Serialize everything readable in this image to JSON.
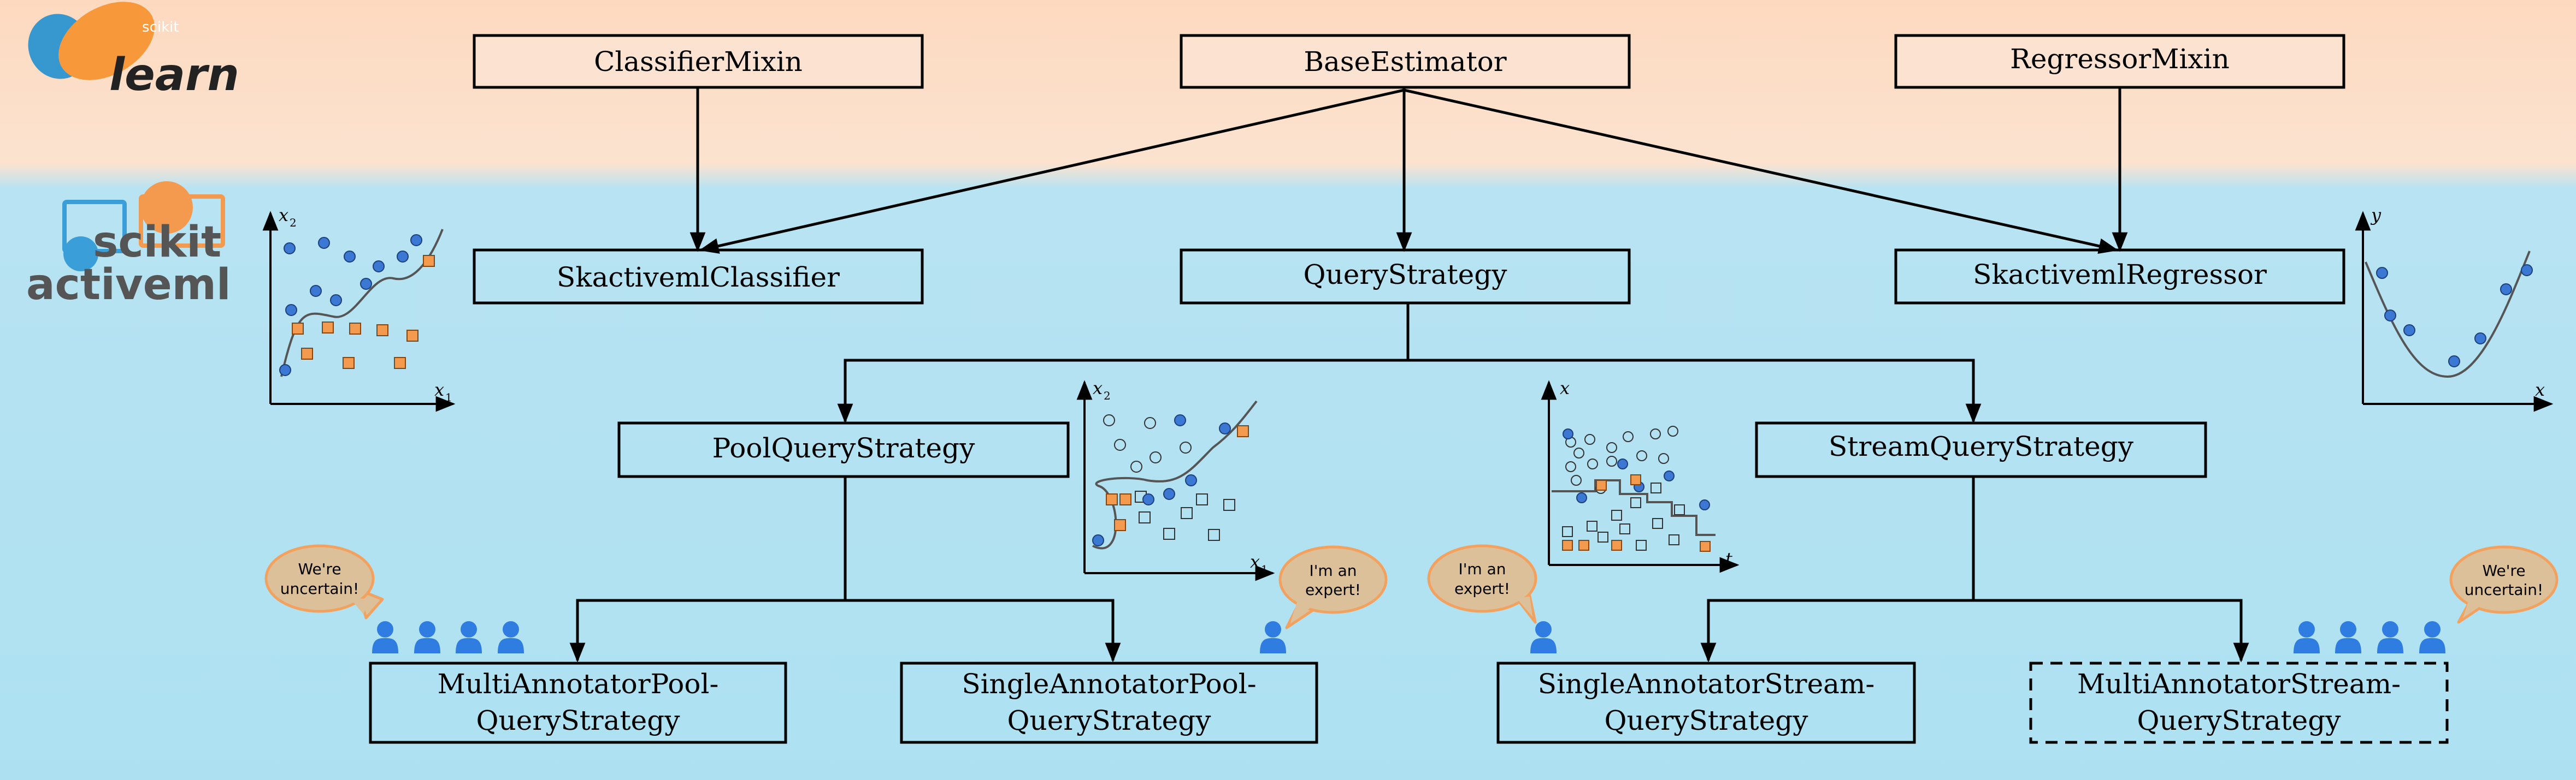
{
  "logos": {
    "sklearn": {
      "small": "scikit",
      "big": "learn"
    },
    "skactiveml": {
      "line1": "scikit",
      "line2": "activeml"
    }
  },
  "nodes": {
    "classifier_mixin": "ClassifierMixin",
    "base_estimator": "BaseEstimator",
    "regressor_mixin": "RegressorMixin",
    "skactiveml_classifier": "SkactivemlClassifier",
    "query_strategy": "QueryStrategy",
    "skactiveml_regressor": "SkactivemlRegressor",
    "pool_query_strategy": "PoolQueryStrategy",
    "stream_query_strategy": "StreamQueryStrategy",
    "multi_pool": {
      "line1": "MultiAnnotatorPool-",
      "line2": "QueryStrategy"
    },
    "single_pool": {
      "line1": "SingleAnnotatorPool-",
      "line2": "QueryStrategy"
    },
    "single_stream": {
      "line1": "SingleAnnotatorStream-",
      "line2": "QueryStrategy"
    },
    "multi_stream": {
      "line1": "MultiAnnotatorStream-",
      "line2": "QueryStrategy"
    }
  },
  "bubbles": {
    "left_uncertain": {
      "line1": "We're",
      "line2": "uncertain!"
    },
    "left_expert": {
      "line1": "I'm an",
      "line2": "expert!"
    },
    "right_expert": {
      "line1": "I'm an",
      "line2": "expert!"
    },
    "right_uncertain": {
      "line1": "We're",
      "line2": "uncertain!"
    }
  },
  "plots": {
    "classification": {
      "x": "x",
      "x_sub": "1",
      "y": "x",
      "y_sub": "2"
    },
    "pool": {
      "x": "x",
      "x_sub": "1",
      "y": "x",
      "y_sub": "2"
    },
    "stream": {
      "x": "t",
      "y": "x"
    },
    "regression": {
      "x": "x",
      "y": "y"
    }
  },
  "colors": {
    "top_band": "#fdd9bf",
    "bottom_band": "#ade1f2",
    "node_fill": "#fce3d1",
    "blue_point": "#3a78d4",
    "orange_point": "#f39a4f",
    "annotator": "#2f7de1",
    "bubble_fill": "#dcc09a",
    "bubble_border": "#f3a15e",
    "sklearn_orange": "#f7993a",
    "sklearn_blue": "#3698cf",
    "skactiveml_gray": "#555555"
  }
}
